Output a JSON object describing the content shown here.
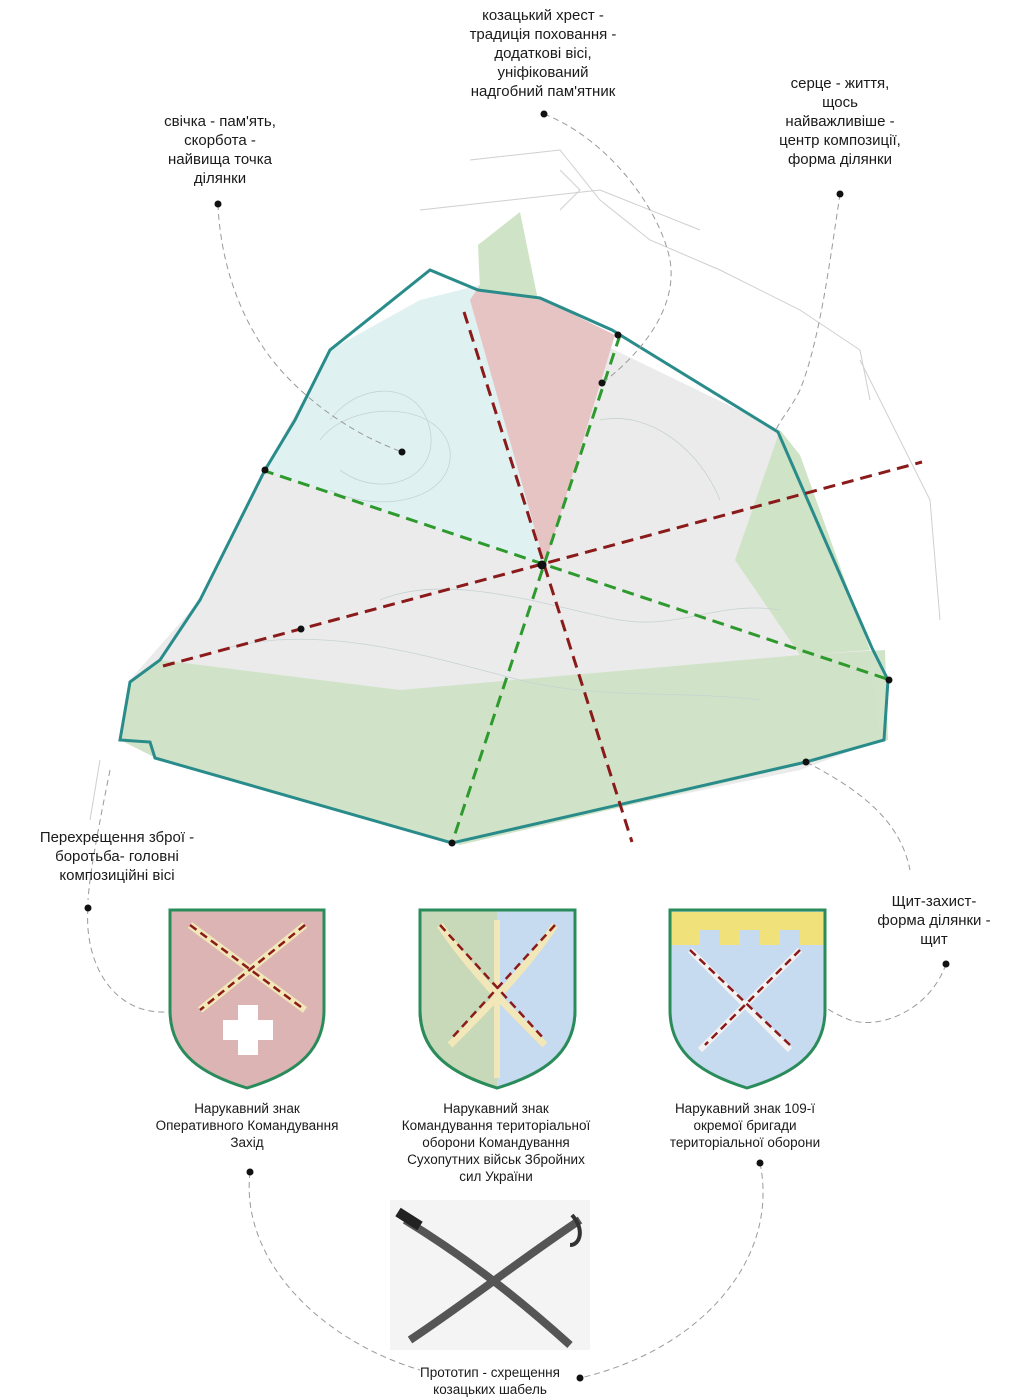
{
  "annotations": {
    "cross": {
      "lines": [
        "козацький хрест -",
        "традиція поховання -",
        "додаткові вісі,",
        "уніфікований",
        "надгобний пам'ятник"
      ]
    },
    "candle": {
      "lines": [
        "свічка - пам'ять,",
        "скорбота -",
        "найвища точка",
        "ділянки"
      ]
    },
    "heart": {
      "lines": [
        "серце - життя,",
        "щось",
        "найважливіше -",
        "центр композиції,",
        "форма ділянки"
      ]
    },
    "weapons": {
      "lines": [
        "Перехрещення зброї -",
        "боротьба- головні",
        "композиційні вісі"
      ]
    },
    "shield": {
      "lines": [
        "Щит-захист-",
        "форма ділянки -",
        "щит"
      ]
    }
  },
  "emblems": [
    {
      "caption": [
        "Нарукавний знак",
        "Оперативного Командування",
        "Захід"
      ],
      "color": "#dcb4b4"
    },
    {
      "caption": [
        "Нарукавний знак",
        "Командування територіальної",
        "оборони Командування",
        "Сухопутних військ Збройних",
        "сил України"
      ],
      "color": "#c7d9b8"
    },
    {
      "caption": [
        "Нарукавний знак 109-ї",
        "окремої бригади",
        "територіальної оборони"
      ],
      "color": "#c6daf0"
    }
  ],
  "prototype": {
    "caption": [
      "Прототип - схрещення",
      "козацьких шабель"
    ]
  },
  "colors": {
    "site_outline": "#2a8c8a",
    "green_axis": "#2e9a2e",
    "red_axis": "#8b1a1a",
    "zone_green": "#cfe3c6",
    "zone_red": "#e7c4c4",
    "zone_cyan": "#dff2f1",
    "zone_grey": "#e6e6e6"
  }
}
